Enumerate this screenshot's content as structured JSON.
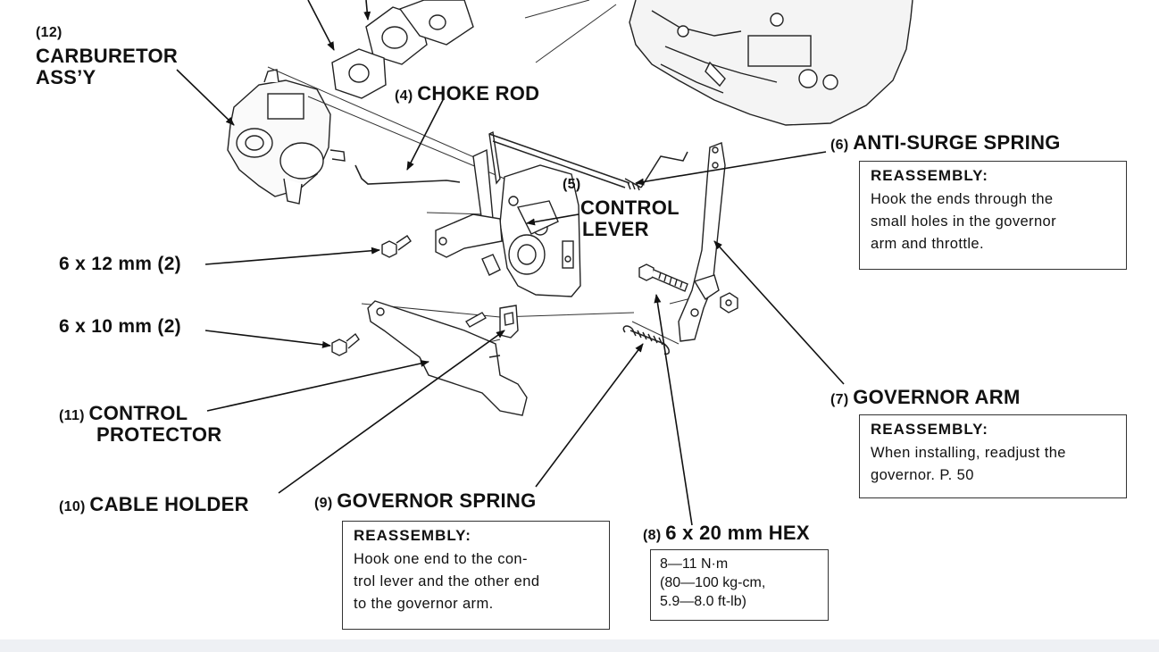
{
  "labels": {
    "carburetor_num": "(12)",
    "carburetor_name_1": "CARBURETOR",
    "carburetor_name_2": "ASS’Y",
    "choke_num": "(4)",
    "choke_name": "CHOKE ROD",
    "control_lever_num": "(5)",
    "control_lever_name_1": "CONTROL",
    "control_lever_name_2": "LEVER",
    "anti_surge_num": "(6)",
    "anti_surge_name": "ANTI-SURGE SPRING",
    "governor_arm_num": "(7)",
    "governor_arm_name": "GOVERNOR ARM",
    "hex_bolt_num": "(8)",
    "hex_bolt_name": "6 x 20 mm HEX",
    "governor_spring_num": "(9)",
    "governor_spring_name": "GOVERNOR SPRING",
    "cable_holder_num": "(10)",
    "cable_holder_name": "CABLE HOLDER",
    "control_protector_num": "(11)",
    "control_protector_name_1": "CONTROL",
    "control_protector_name_2": "PROTECTOR",
    "bolt_12": "6 x 12 mm (2)",
    "bolt_10": "6 x 10 mm (2)"
  },
  "notes": {
    "anti_surge": {
      "heading": "REASSEMBLY:",
      "lines": [
        "Hook the ends through the",
        "small holes in the governor",
        "arm and throttle."
      ]
    },
    "governor_arm": {
      "heading": "REASSEMBLY:",
      "lines": [
        "When installing, readjust the",
        "governor.  P. 50"
      ]
    },
    "governor_spring": {
      "heading": "REASSEMBLY:",
      "lines": [
        "Hook one end to the con-",
        "trol lever and the other end",
        "to the governor arm."
      ]
    },
    "torque": {
      "lines": [
        "8—11 N·m",
        "(80—100 kg-cm,",
        "5.9—8.0 ft-lb)"
      ]
    }
  }
}
